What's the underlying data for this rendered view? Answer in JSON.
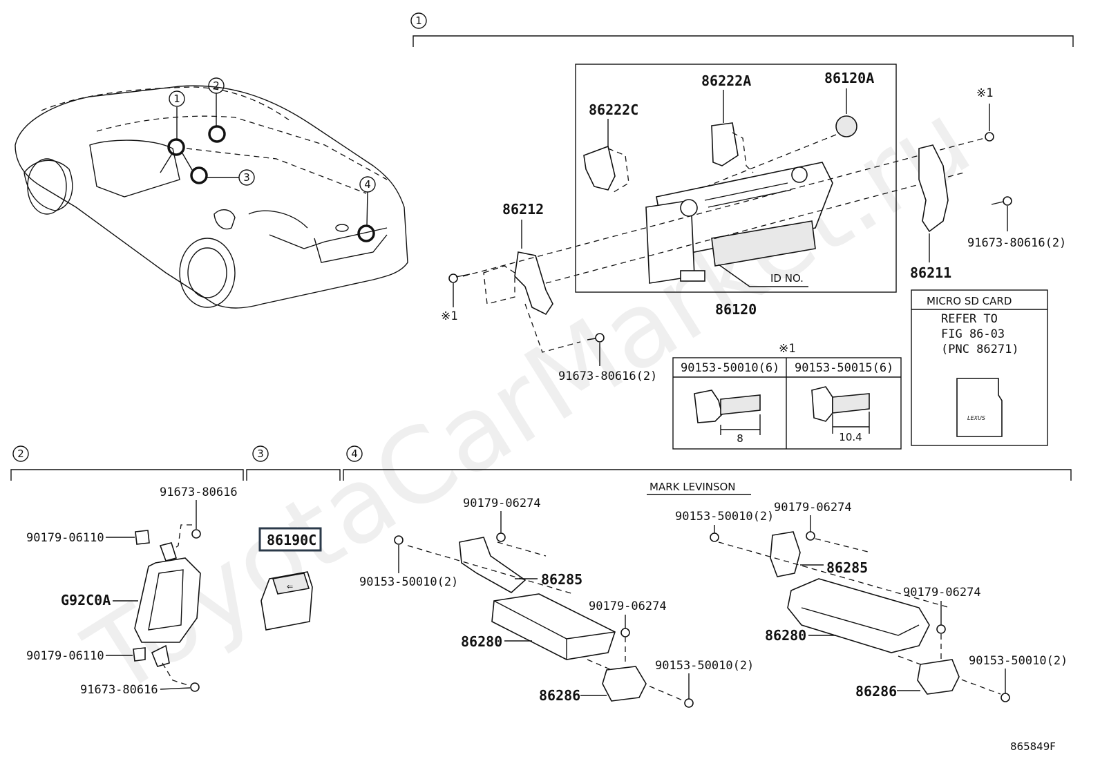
{
  "sections": {
    "s1": "1",
    "s2": "2",
    "s3": "3",
    "s4": "4"
  },
  "car_callouts": [
    "1",
    "2",
    "3",
    "4"
  ],
  "section1": {
    "p86222A": "86222A",
    "p86120A": "86120A",
    "p86222C": "86222C",
    "p86212": "86212",
    "p86211": "86211",
    "p86120": "86120",
    "id_no": "ID NO.",
    "note1_top": "※1",
    "note1_left": "※1",
    "note1_table": "※1",
    "bolt_right": "91673-80616(2)",
    "bolt_left": "91673-80616(2)",
    "bolt_table": {
      "col1": "90153-50010(6)",
      "col2": "90153-50015(6)",
      "dim1": "8",
      "dim2": "10.4"
    },
    "micro_sd": {
      "title": "MICRO SD CARD",
      "line1": "REFER TO",
      "line2": "FIG 86-03",
      "line3": "(PNC 86271)",
      "brand": "LEXUS"
    }
  },
  "section2": {
    "top_bolt": "91673-80616",
    "clip_top": "90179-06110",
    "module": "G92C0A",
    "clip_bottom": "90179-06110",
    "bottom_bolt": "91673-80616"
  },
  "section3": {
    "part": "86190C"
  },
  "section4": {
    "mark_levinson": "MARK LEVINSON",
    "left": {
      "nut_top": "90179-06274",
      "bolt": "90153-50010(2)",
      "bracket_top": "86285",
      "nut_mid": "90179-06274",
      "amp": "86280",
      "bolt_bottom": "90153-50010(2)",
      "bracket_bottom": "86286"
    },
    "right": {
      "bolt_top": "90153-50010(2)",
      "nut_top": "90179-06274",
      "bracket_top": "86285",
      "nut_mid": "90179-06274",
      "amp": "86280",
      "bolt_bottom": "90153-50010(2)",
      "bracket_bottom": "86286"
    }
  },
  "figure_id": "865849F",
  "watermark": "ToyotaCarMarket.ru"
}
